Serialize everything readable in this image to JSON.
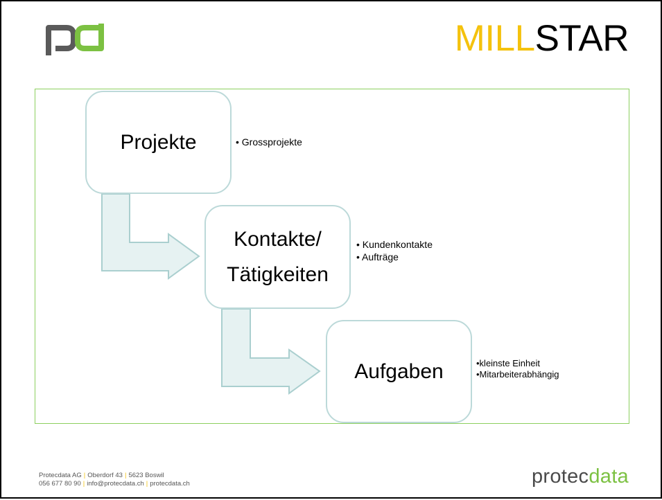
{
  "header": {
    "logo_left_icon": "pd-logo",
    "brand_part1": "MILL",
    "brand_part2": "STAR",
    "colors": {
      "brand_yellow": "#f4c20d",
      "brand_green": "#7cc142",
      "frame_green": "#8ccf5e",
      "arrow_fill": "#e6f2f2",
      "box_border": "#bcd9d9"
    }
  },
  "flow": {
    "steps": [
      {
        "label": "Projekte",
        "bullets": [
          "• Grossprojekte"
        ]
      },
      {
        "label_line1": "Kontakte/",
        "label_line2": "Tätigkeiten",
        "bullets": [
          "• Kundenkontakte",
          "• Aufträge"
        ]
      },
      {
        "label": "Aufgaben",
        "bullets": [
          "•kleinste Einheit",
          "•Mitarbeiterabhängig"
        ]
      }
    ]
  },
  "footer": {
    "company": "Protecdata AG",
    "address": "Oberdorf 43",
    "city": "5623 Boswil",
    "phone": "056 677 80 90",
    "email": "info@protecdata.ch",
    "website": "protecdata.ch",
    "separator": "|",
    "logo_part1": "protec",
    "logo_part2": "data"
  }
}
